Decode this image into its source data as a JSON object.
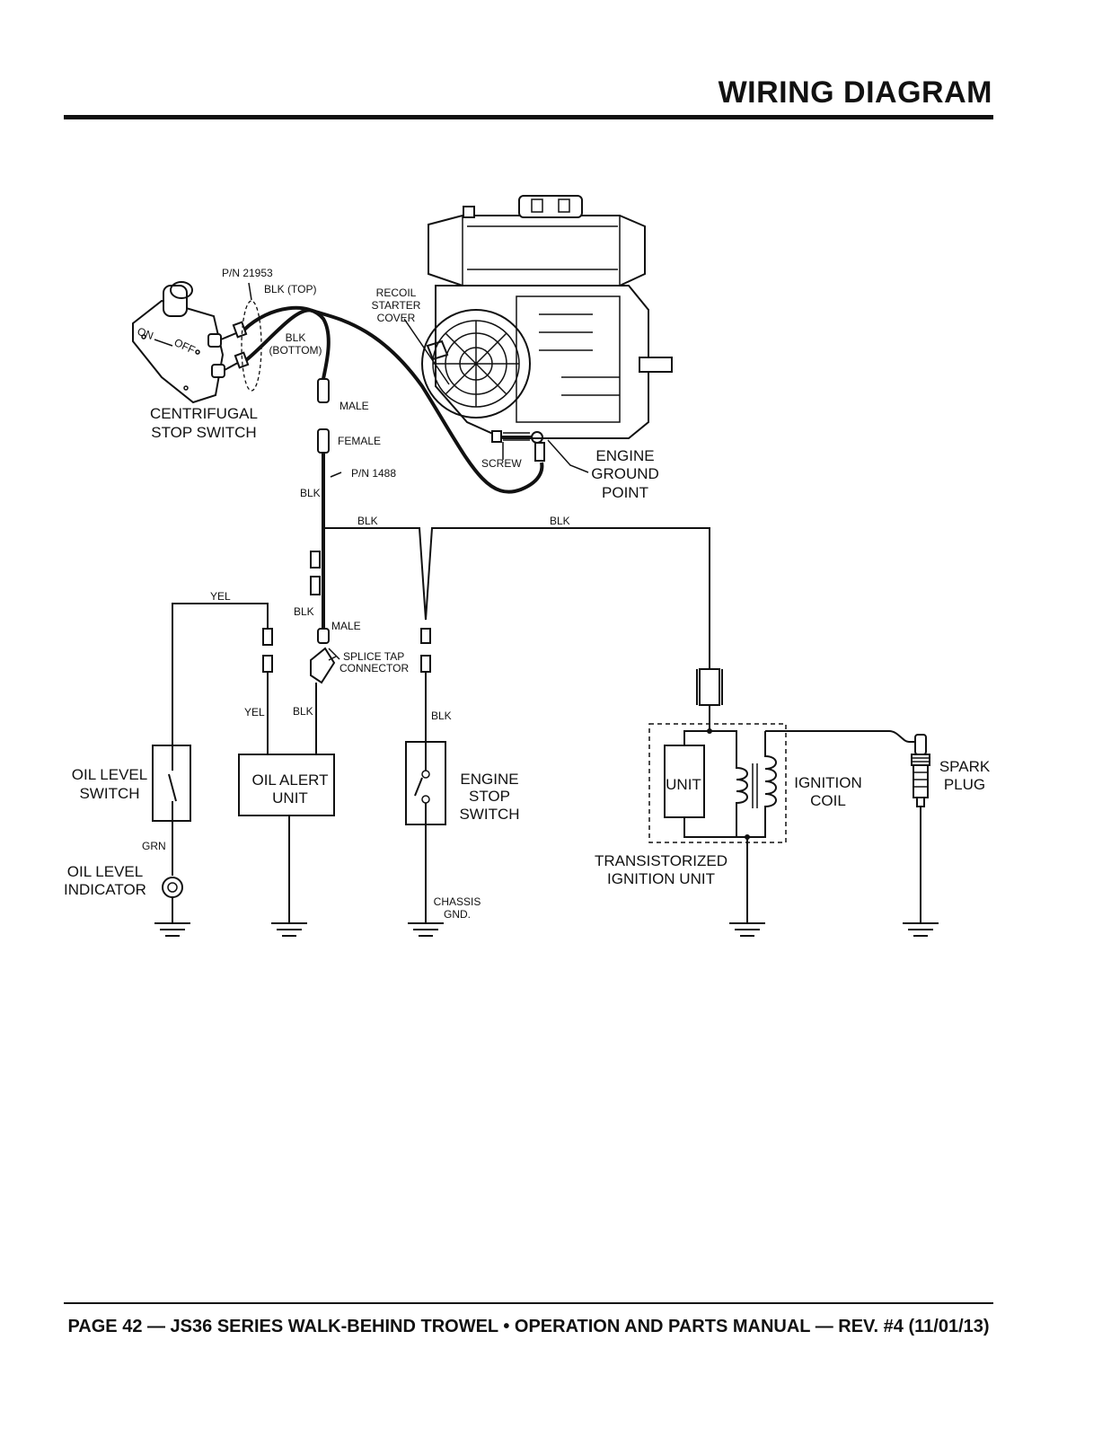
{
  "page": {
    "title": "WIRING DIAGRAM",
    "footer": "PAGE 42 — JS36 SERIES WALK-BEHIND TROWEL • OPERATION AND PARTS MANUAL — REV. #4 (11/01/13)"
  },
  "labels": {
    "pn_21953": "P/N 21953",
    "blk_top": "BLK (TOP)",
    "blk_bottom_1": "BLK",
    "blk_bottom_2": "(BOTTOM)",
    "recoil_1": "RECOIL",
    "recoil_2": "STARTER",
    "recoil_3": "COVER",
    "switch_on": "ON",
    "switch_off": "OFF",
    "centrifugal_1": "CENTRIFUGAL",
    "centrifugal_2": "STOP SWITCH",
    "male_upper": "MALE",
    "female": "FEMALE",
    "pn_1488": "P/N 1488",
    "blk_vertical": "BLK",
    "screw": "SCREW",
    "engine_ground_1": "ENGINE",
    "engine_ground_2": "GROUND",
    "engine_ground_3": "POINT",
    "blk_bus_left": "BLK",
    "blk_bus_right": "BLK",
    "yel_top": "YEL",
    "blk_mid": "BLK",
    "male_lower": "MALE",
    "splice_1": "SPLICE TAP",
    "splice_2": "CONNECTOR",
    "yel_bottom": "YEL",
    "blk_oil_alert": "BLK",
    "blk_engine_stop": "BLK",
    "oil_level_switch_1": "OIL LEVEL",
    "oil_level_switch_2": "SWITCH",
    "oil_alert_1": "OIL ALERT",
    "oil_alert_2": "UNIT",
    "engine_stop_1": "ENGINE",
    "engine_stop_2": "STOP",
    "engine_stop_3": "SWITCH",
    "unit": "UNIT",
    "ignition_coil_1": "IGNITION",
    "ignition_coil_2": "COIL",
    "spark_plug_1": "SPARK",
    "spark_plug_2": "PLUG",
    "grn": "GRN",
    "oil_indicator_1": "OIL LEVEL",
    "oil_indicator_2": "INDICATOR",
    "transistorized_1": "TRANSISTORIZED",
    "transistorized_2": "IGNITION UNIT",
    "chassis_1": "CHASSIS",
    "chassis_2": "GND."
  }
}
